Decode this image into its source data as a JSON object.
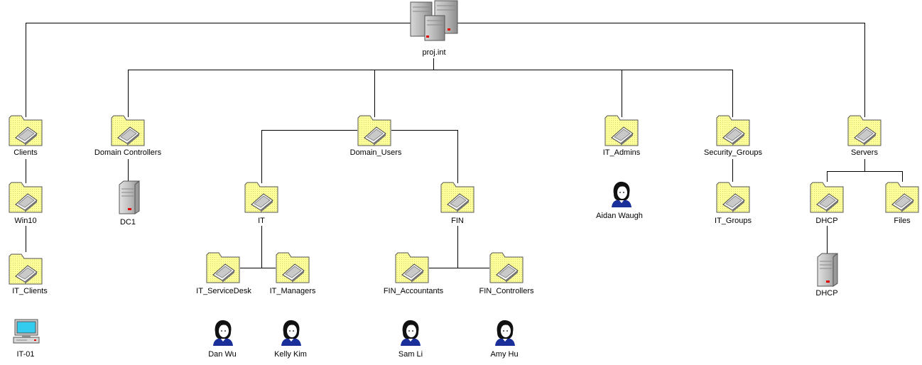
{
  "root": {
    "label": "proj.int",
    "icon": "server-cluster-icon"
  },
  "ous": {
    "clients": "Clients",
    "win10": "Win10",
    "it_clients": "IT_Clients",
    "domain_controllers": "Domain Controllers",
    "domain_users": "Domain_Users",
    "it": "IT",
    "it_servicedesk": "IT_ServiceDesk",
    "it_managers": "IT_Managers",
    "fin": "FIN",
    "fin_accountants": "FIN_Accountants",
    "fin_controllers": "FIN_Controllers",
    "it_admins": "IT_Admins",
    "security_groups": "Security_Groups",
    "it_groups": "IT_Groups",
    "servers": "Servers",
    "dhcp_ou": "DHCP",
    "files": "Files"
  },
  "computers": {
    "it01": "IT-01",
    "dc1": "DC1",
    "dhcp_server": "DHCP"
  },
  "users": {
    "dan_wu": "Dan Wu",
    "kelly_kim": "Kelly Kim",
    "sam_li": "Sam Li",
    "amy_hu": "Amy Hu",
    "aidan_waugh": "Aidan Waugh"
  },
  "colors": {
    "folder_fill": "#ffff99",
    "folder_stroke": "#555555",
    "server_gray": "#b8b8b8",
    "status_red": "#e00000",
    "monitor_cyan": "#33ccee",
    "user_shirt": "#1a2f9a"
  }
}
